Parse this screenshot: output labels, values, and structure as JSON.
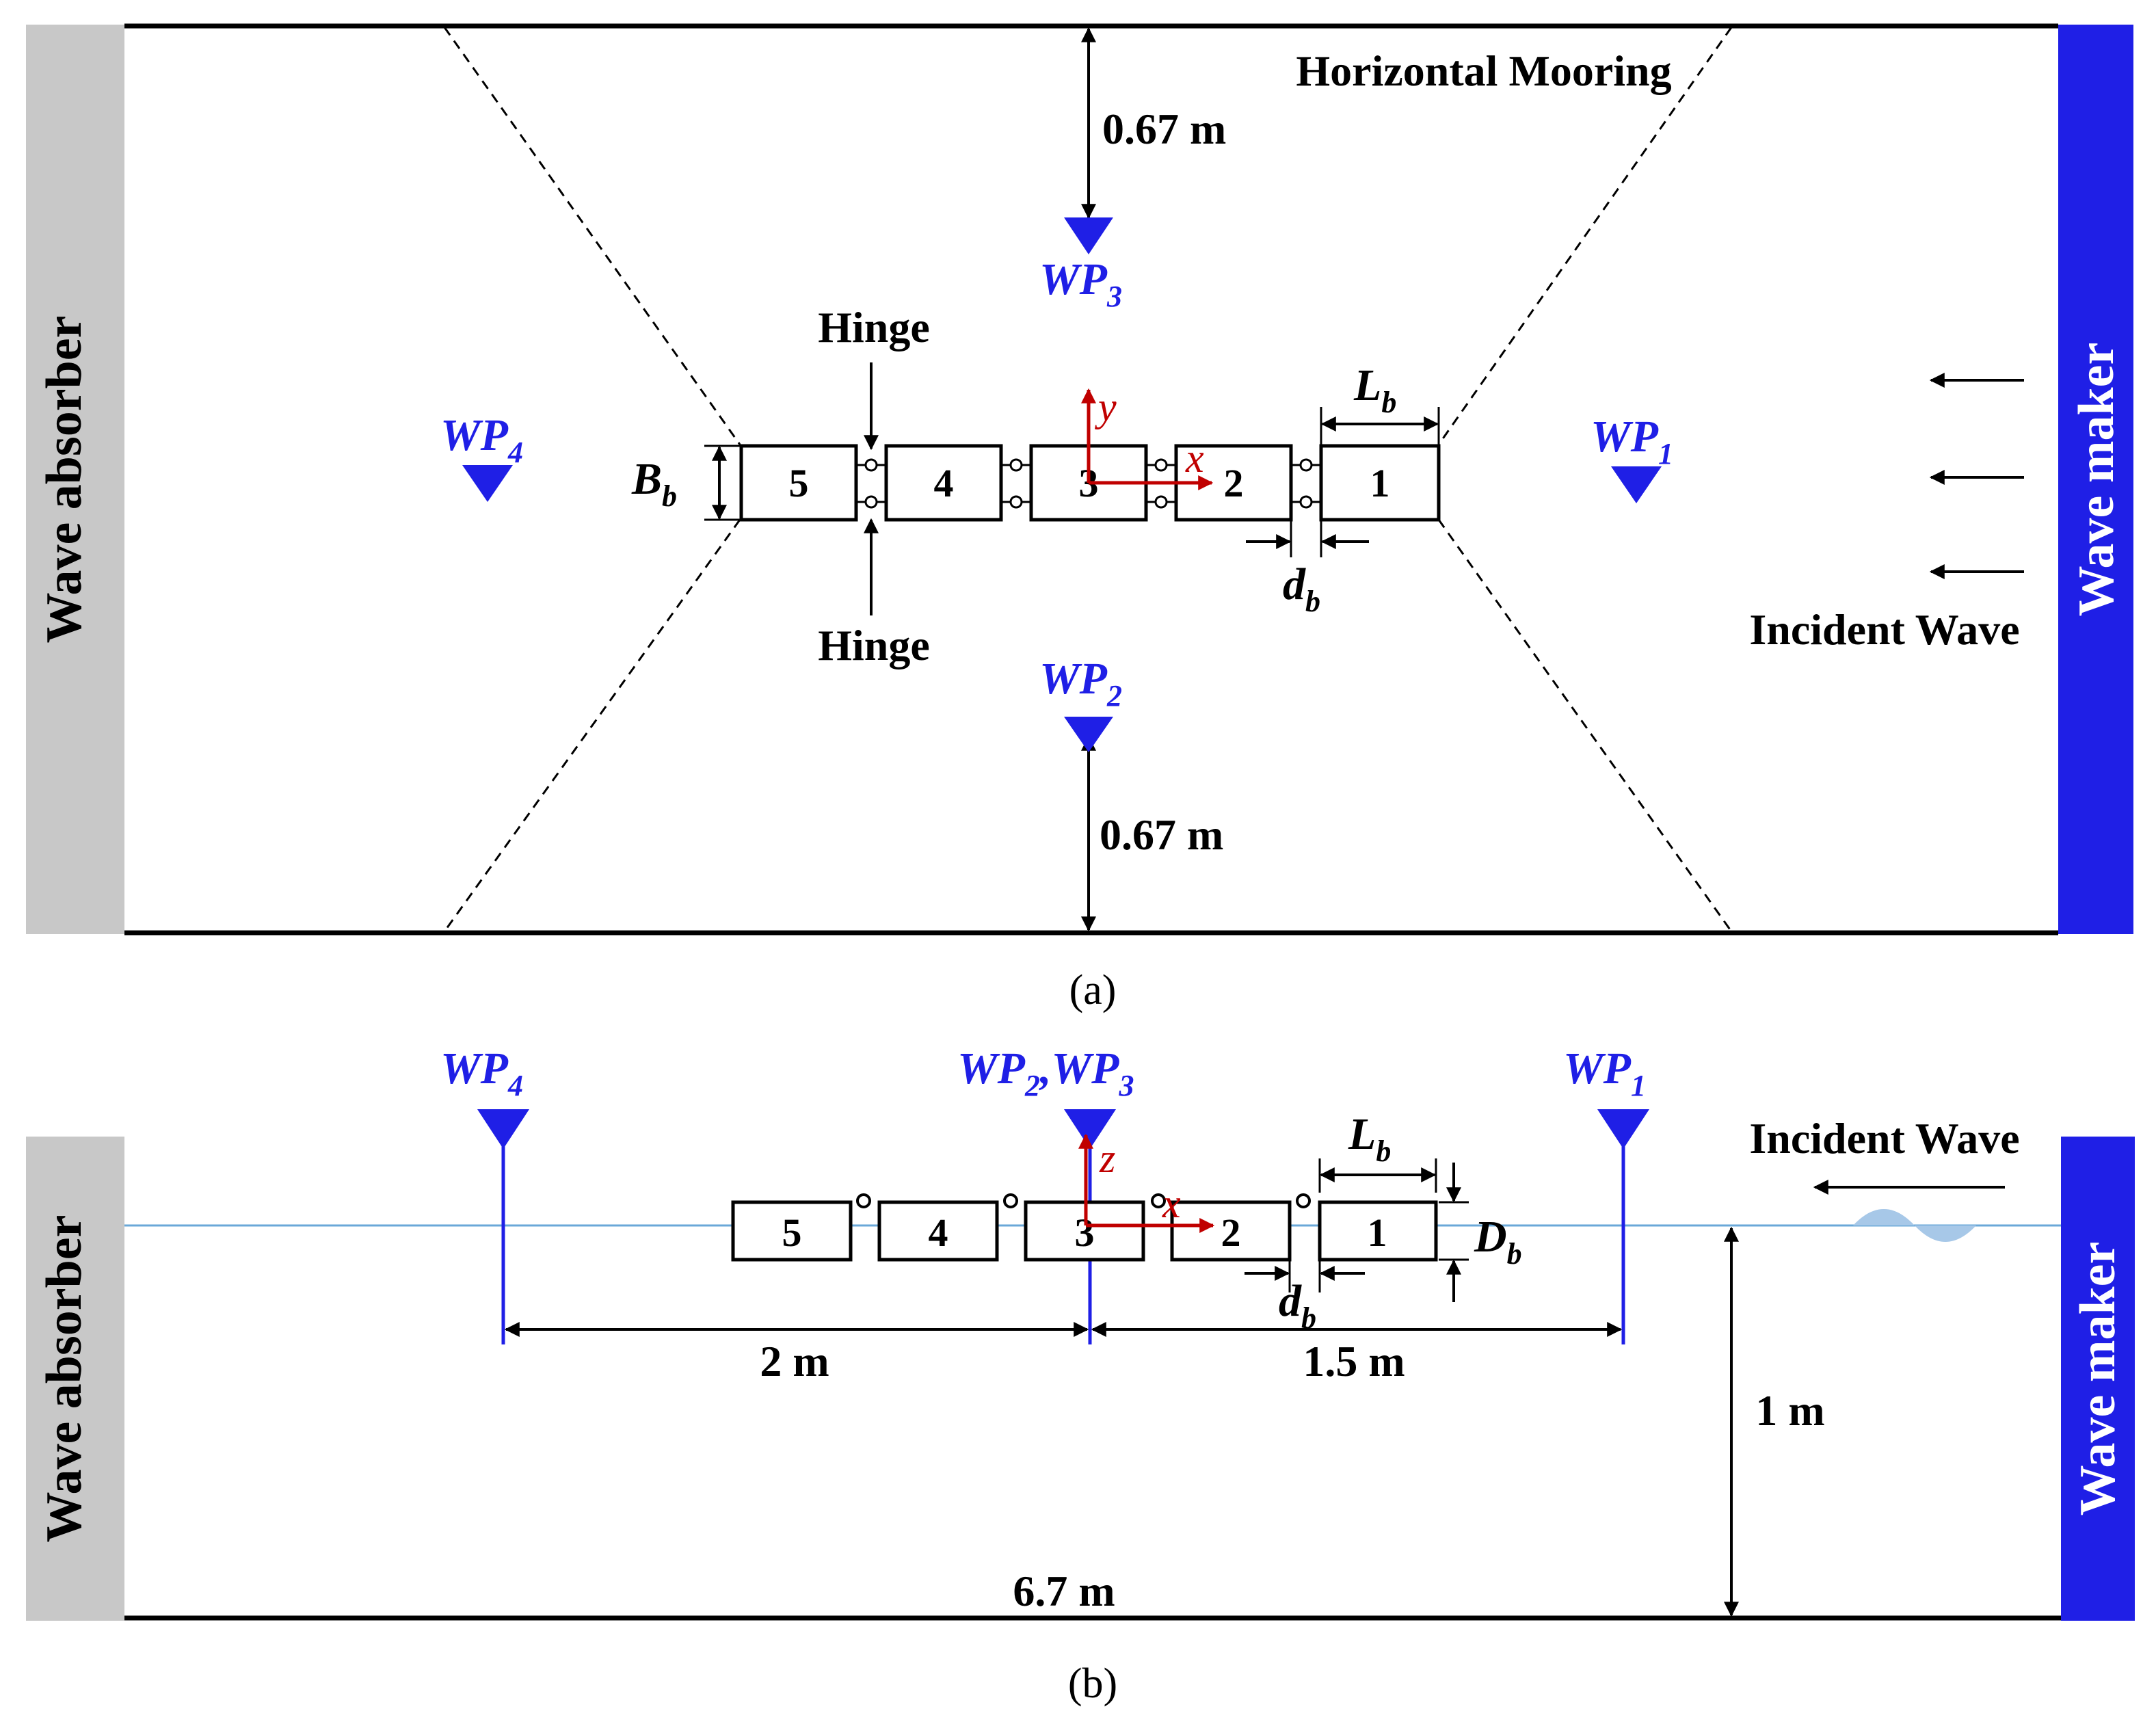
{
  "panel_a": {
    "caption": "(a)",
    "absorber_label": "Wave absorber",
    "maker_label": "Wave maker",
    "mooring_label": "Horizontal Mooring",
    "hinge_label_top": "Hinge",
    "hinge_label_bottom": "Hinge",
    "incident_label": "Incident Wave",
    "dist_top": "0.67 m",
    "dist_bottom": "0.67 m",
    "wp1": {
      "base": "WP",
      "sub": "1"
    },
    "wp2": {
      "base": "WP",
      "sub": "2"
    },
    "wp3": {
      "base": "WP",
      "sub": "3"
    },
    "wp4": {
      "base": "WP",
      "sub": "4"
    },
    "Lb": {
      "base": "L",
      "sub": "b"
    },
    "Bb": {
      "base": "B",
      "sub": "b"
    },
    "db": {
      "base": "d",
      "sub": "b"
    },
    "axis_x": "x",
    "axis_y": "y",
    "boxes": [
      "5",
      "4",
      "3",
      "2",
      "1"
    ]
  },
  "panel_b": {
    "caption": "(b)",
    "absorber_label": "Wave absorber",
    "maker_label": "Wave maker",
    "incident_label": "Incident Wave",
    "wp4": {
      "base": "WP",
      "sub": "4"
    },
    "wp23": {
      "base1": "WP",
      "sub1": "2",
      "sep": ",",
      "base2": "WP",
      "sub2": "3"
    },
    "wp1": {
      "base": "WP",
      "sub": "1"
    },
    "Lb": {
      "base": "L",
      "sub": "b"
    },
    "Db": {
      "base": "D",
      "sub": "b"
    },
    "db": {
      "base": "d",
      "sub": "b"
    },
    "axis_x": "x",
    "axis_z": "z",
    "dist_left": "2 m",
    "dist_right": "1.5 m",
    "depth": "1 m",
    "length": "6.7 m",
    "boxes": [
      "5",
      "4",
      "3",
      "2",
      "1"
    ]
  },
  "colors": {
    "wave_maker": "#1f1fe6",
    "wave_absorber": "#c8c8c8",
    "probe": "#1f1fe6",
    "axis": "#c00000",
    "water_line": "#6aa8d8",
    "wave": "#a7c8e8"
  }
}
